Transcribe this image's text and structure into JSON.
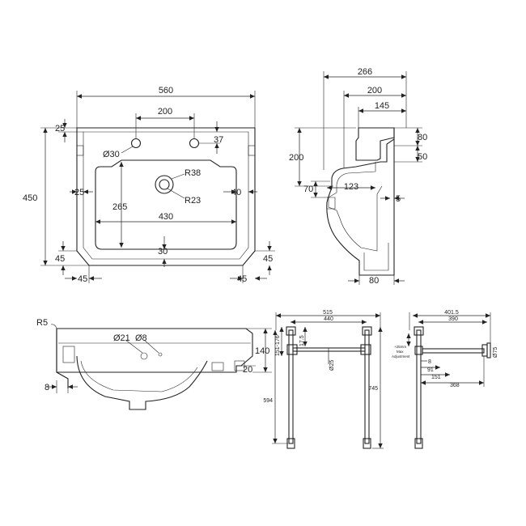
{
  "plan": {
    "width": "560",
    "taps": "200",
    "top_margin": "25",
    "tap_hole": "Ø30",
    "tap_offset": "37",
    "height": "450",
    "left_margin": "25",
    "waste_outer": "R38",
    "waste_inner": "R23",
    "right_margin": "40",
    "bowl_depth": "265",
    "bowl_width": "430",
    "waste_offset": "30",
    "chamfer_left_v": "45",
    "chamfer_right_v": "45",
    "chamfer_left_h": "45",
    "chamfer_right_h": "45"
  },
  "side": {
    "depth": "266",
    "d200": "200",
    "d145": "145",
    "d80": "80",
    "d50": "50",
    "h200": "200",
    "d70": "70",
    "d123": "123",
    "d5": "5",
    "d80b": "80"
  },
  "section": {
    "radius": "R5",
    "holes": "Ø21",
    "holes2": "Ø8",
    "h140": "140",
    "h20": "20",
    "d8": "8"
  },
  "frame_front": {
    "w515": "515",
    "w440": "440",
    "h151": "151-176",
    "h17": "17.5",
    "d25": "Ø25",
    "h594": "594",
    "h745": "745"
  },
  "frame_side": {
    "w401": "401.5",
    "w390": "390",
    "note1": "+25mm",
    "note2": "Max",
    "note3": "Adjustment",
    "d8": "8",
    "d91": "91",
    "d151": "151",
    "d368": "368",
    "d75": "Ø75"
  }
}
